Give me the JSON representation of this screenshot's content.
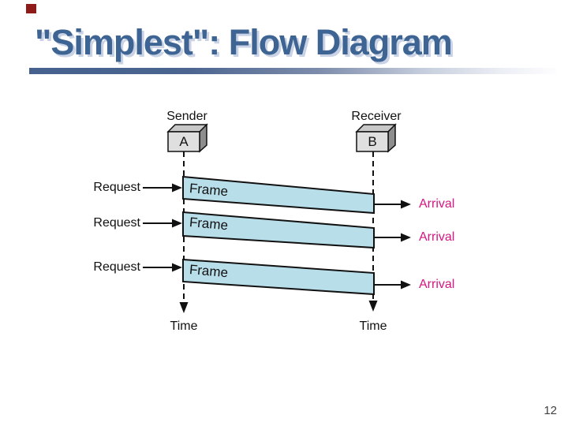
{
  "slide": {
    "title": "\"Simplest\": Flow Diagram",
    "page_number": "12"
  },
  "colors": {
    "title_blue": "#3D6493",
    "title_shadow": "#C9D3E5",
    "accent_red": "#8E1A1A",
    "rule_gradient_start": "#46618E",
    "frame_fill": "#B8DEEA",
    "arrival_pink": "#D81580",
    "box_front_gray": "#DFDFDF",
    "box_top_gray": "#C8C8C8",
    "box_side_gray": "#8E8E8E"
  },
  "diagram": {
    "sender": {
      "label": "Sender",
      "node": "A"
    },
    "receiver": {
      "label": "Receiver",
      "node": "B"
    },
    "time_left": "Time",
    "time_right": "Time",
    "rows": [
      {
        "request": "Request",
        "frame": "Frame",
        "arrival": "Arrival"
      },
      {
        "request": "Request",
        "frame": "Frame",
        "arrival": "Arrival"
      },
      {
        "request": "Request",
        "frame": "Frame",
        "arrival": "Arrival"
      }
    ]
  }
}
